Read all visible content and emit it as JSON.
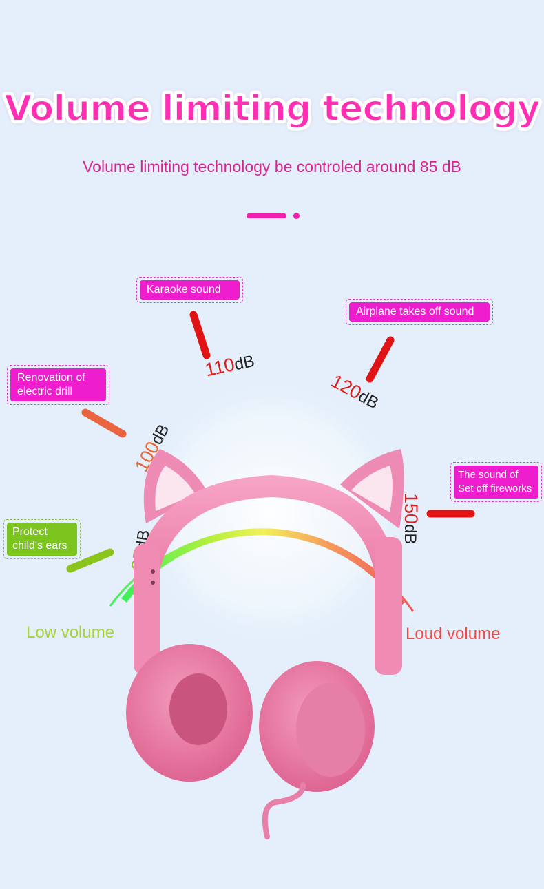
{
  "header": {
    "title": "Volume limiting technology",
    "subtitle": "Volume limiting technology be controled around 85 dB"
  },
  "gauge": {
    "levels": [
      {
        "value": "85",
        "unit": "dB",
        "color": "#7ec321"
      },
      {
        "value": "100",
        "unit": "dB",
        "color": "#e8652f"
      },
      {
        "value": "110",
        "unit": "dB",
        "color": "#dd1c1c"
      },
      {
        "value": "120",
        "unit": "dB",
        "color": "#dd1c1c"
      },
      {
        "value": "150",
        "unit": "dB",
        "color": "#dd1c1c"
      }
    ],
    "low_label": "Low volume",
    "loud_label": "Loud volume"
  },
  "callouts": {
    "karaoke": "Karaoke sound",
    "airplane": "Airplane takes off sound",
    "drill": "Renovation of\nelectric drill",
    "fireworks": "The sound of\nSet off fireworks",
    "protect": "Protect\nchild's ears"
  },
  "colors": {
    "accent": "#f01fae",
    "callout_pink": "#ee1dce",
    "callout_green": "#7cc41e",
    "product": "#f38fb7"
  }
}
